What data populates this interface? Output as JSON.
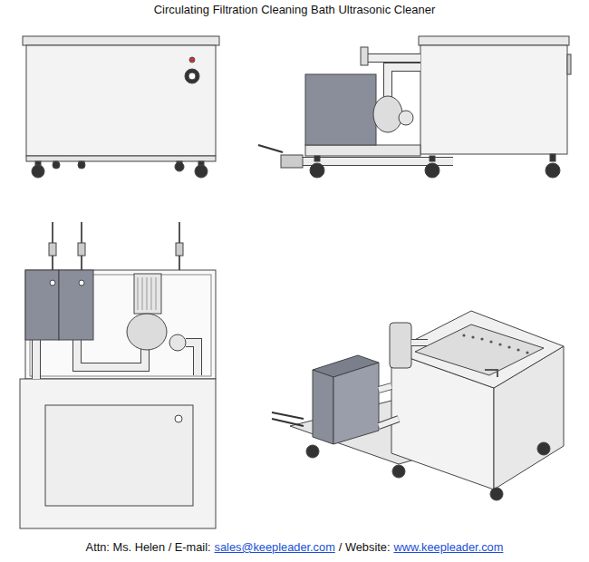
{
  "diagram": {
    "title": "Circulating Filtration Cleaning Bath Ultrasonic Cleaner",
    "labels": [
      "Attn: Ms. Helen / E-mail:",
      "sales@keepleader.com",
      "/ Website:",
      "www.keepleader.com"
    ]
  }
}
